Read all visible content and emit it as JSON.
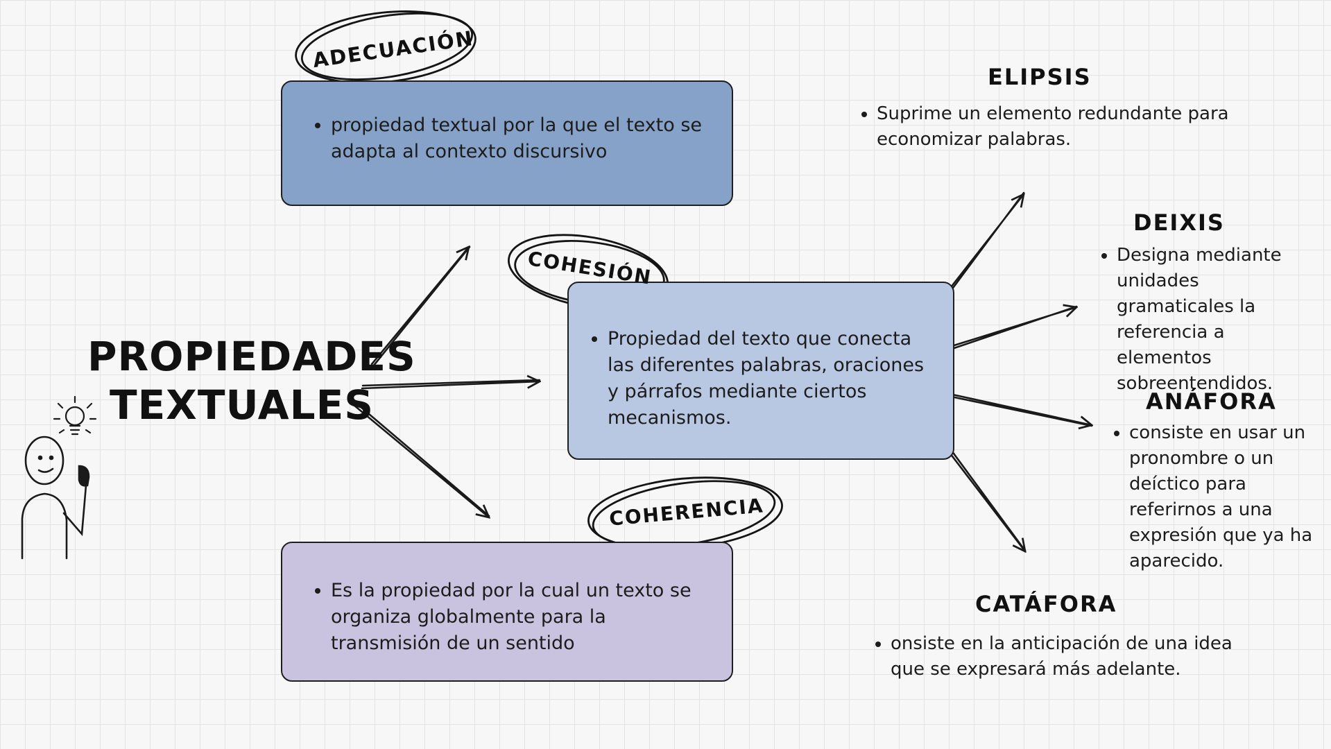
{
  "main_title": {
    "line1": "PROPIEDADES",
    "line2": "TEXTUALES"
  },
  "adecuacion": {
    "label": "ADECUACIÓN",
    "text": "propiedad textual por la que el texto se adapta al contexto discursivo"
  },
  "cohesion": {
    "label": "COHESIÓN",
    "text": "Propiedad del texto que conecta las diferentes palabras, oraciones y párrafos mediante ciertos mecanismos."
  },
  "coherencia": {
    "label": "COHERENCIA",
    "text": "Es la propiedad por la cual un texto se organiza globalmente para la transmisión de un sentido"
  },
  "elipsis": {
    "label": "ELIPSIS",
    "text": "Suprime un elemento redundante para economizar palabras."
  },
  "deixis": {
    "label": "DEIXIS",
    "text": "Designa mediante unidades gramaticales la referencia a elementos sobreentendidos."
  },
  "anafora": {
    "label": "ANÁFORA",
    "text": "consiste en usar un pronombre o un deíctico para referirnos a una expresión que ya ha aparecido."
  },
  "catafora": {
    "label": "CATÁFORA",
    "text": "onsiste en la anticipación de una idea que se expresará más adelante."
  },
  "icons": {
    "person": "person-thinking-icon",
    "bulb": "lightbulb-icon"
  },
  "colors": {
    "adecuacion_box": "#86a2c8",
    "cohesion_box": "#b8c7e2",
    "coherencia_box": "#c9c3e0"
  }
}
